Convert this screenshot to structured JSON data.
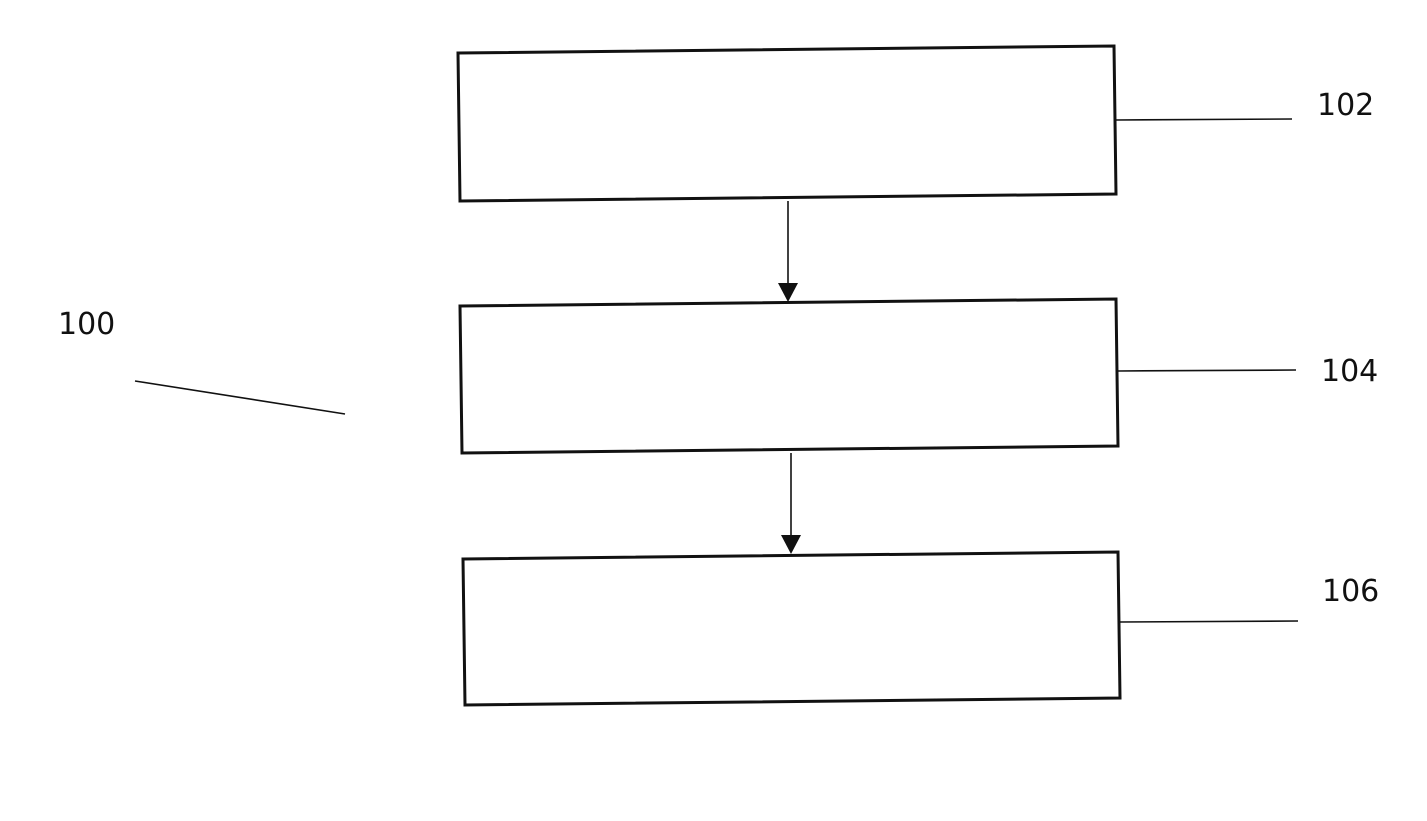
{
  "diagram": {
    "figure_ref": "100",
    "blocks": [
      {
        "ref": "102",
        "label": ""
      },
      {
        "ref": "104",
        "label": ""
      },
      {
        "ref": "106",
        "label": ""
      }
    ]
  },
  "colors": {
    "stroke": "#111111",
    "background": "#ffffff"
  }
}
